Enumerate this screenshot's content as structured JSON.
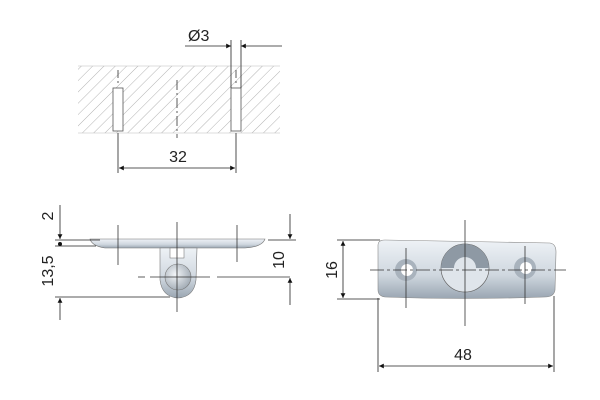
{
  "dimensions": {
    "hole_diameter": "Ø3",
    "hole_spacing": "32",
    "plate_thickness": "2",
    "side_height": "13,5",
    "axis_height": "10",
    "front_height": "16",
    "front_width": "48"
  },
  "colors": {
    "line": "#222222",
    "part_fill": "#d6dde5",
    "hatch": "#9a9a9a"
  }
}
